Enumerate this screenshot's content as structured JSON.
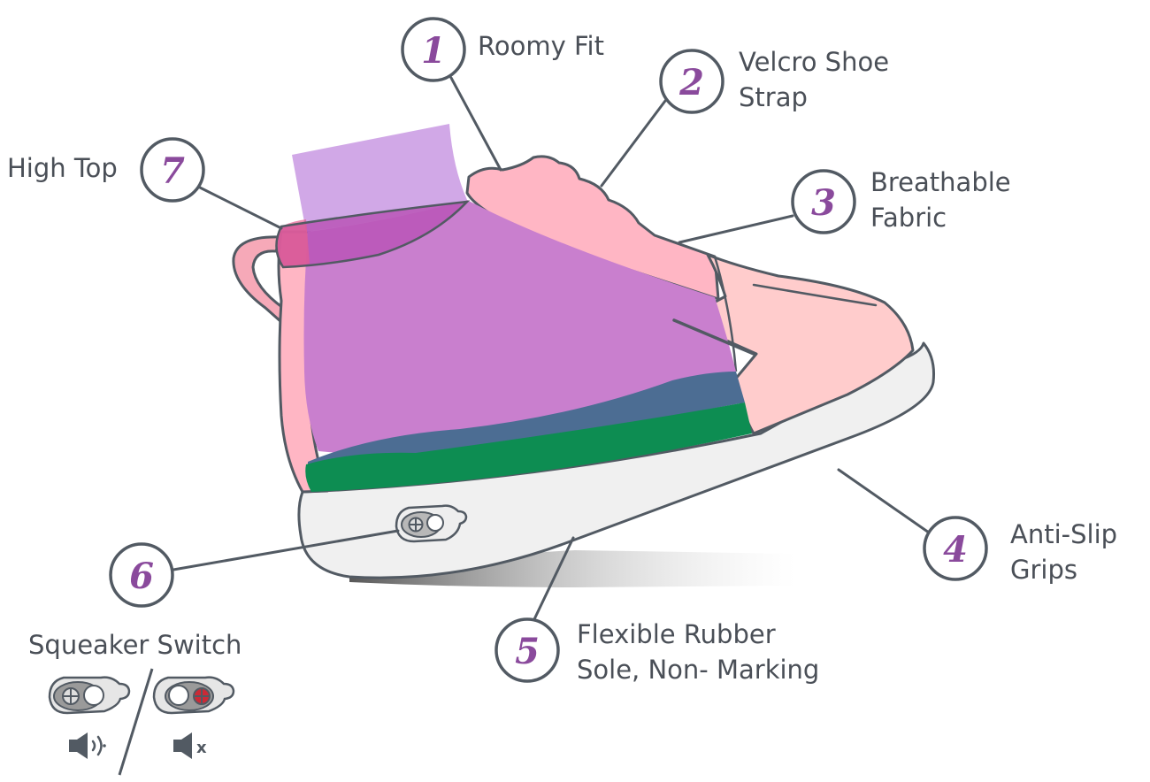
{
  "colors": {
    "circle_stroke": "#525a63",
    "number": "#8a4a9c",
    "text": "#4a4f57",
    "pink": "#ffb6c4",
    "purple": "#c97fce",
    "lavender": "#cfa3e6",
    "magenta": "#b957b8",
    "navy": "#4c6d93",
    "green": "#0d8d52",
    "toe_pink": "#ffcccc",
    "sole": "#f0f0f0",
    "red_dot": "#cc2a36"
  },
  "callouts": [
    {
      "number": "1",
      "label_lines": [
        "Roomy Fit"
      ]
    },
    {
      "number": "2",
      "label_lines": [
        "Velcro Shoe",
        "Strap"
      ]
    },
    {
      "number": "3",
      "label_lines": [
        "Breathable",
        "Fabric"
      ]
    },
    {
      "number": "4",
      "label_lines": [
        "Anti-Slip",
        "Grips"
      ]
    },
    {
      "number": "5",
      "label_lines": [
        "Flexible Rubber",
        "Sole, Non- Marking"
      ]
    },
    {
      "number": "6",
      "label_lines": []
    },
    {
      "number": "7",
      "label_lines": [
        "High Top"
      ]
    }
  ],
  "squeaker": {
    "title": "Squeaker Switch",
    "on_icon": "speaker-sound-on-icon",
    "off_icon": "speaker-muted-icon",
    "off_mark": "x"
  }
}
